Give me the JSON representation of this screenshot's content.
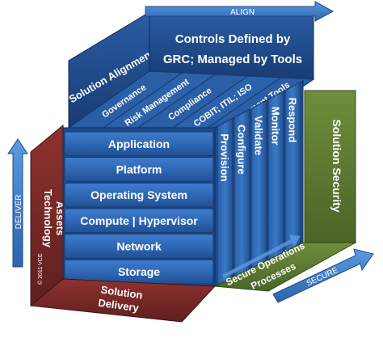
{
  "colors": {
    "blue_dark": "#1b3f78",
    "blue_mid": "#2d67b0",
    "blue_light": "#4d8fd8",
    "red": "#7a2a28",
    "green": "#5d7a33",
    "text_white": "#ffffff"
  },
  "top_arrow": {
    "label": "ALIGN"
  },
  "left_arrow": {
    "label": "DELIVER"
  },
  "bottom_right_arrow": {
    "label": "SECURE"
  },
  "back_wall": {
    "solution_alignment": "Solution Alignment",
    "controls_title": "Controls Defined by GRC; Managed by Tools"
  },
  "top_face": {
    "items": [
      "Governance",
      "Risk Management",
      "Compliance",
      "COBIT; ITIL; ISO",
      "Management Tools"
    ]
  },
  "left_wall": {
    "title": "Technology Assets",
    "copyright": "© 2011 VCE"
  },
  "front_face": {
    "layers": [
      "Application",
      "Platform",
      "Operating System",
      "Compute | Hypervisor",
      "Network",
      "Storage"
    ]
  },
  "right_face": {
    "steps": [
      "Provision",
      "Configure",
      "Validate",
      "Monitor",
      "Respond"
    ]
  },
  "security_wall": {
    "title": "Solution Security"
  },
  "floor": {
    "delivery": "Solution Delivery",
    "secure_ops": "Secure Operations Processes"
  }
}
